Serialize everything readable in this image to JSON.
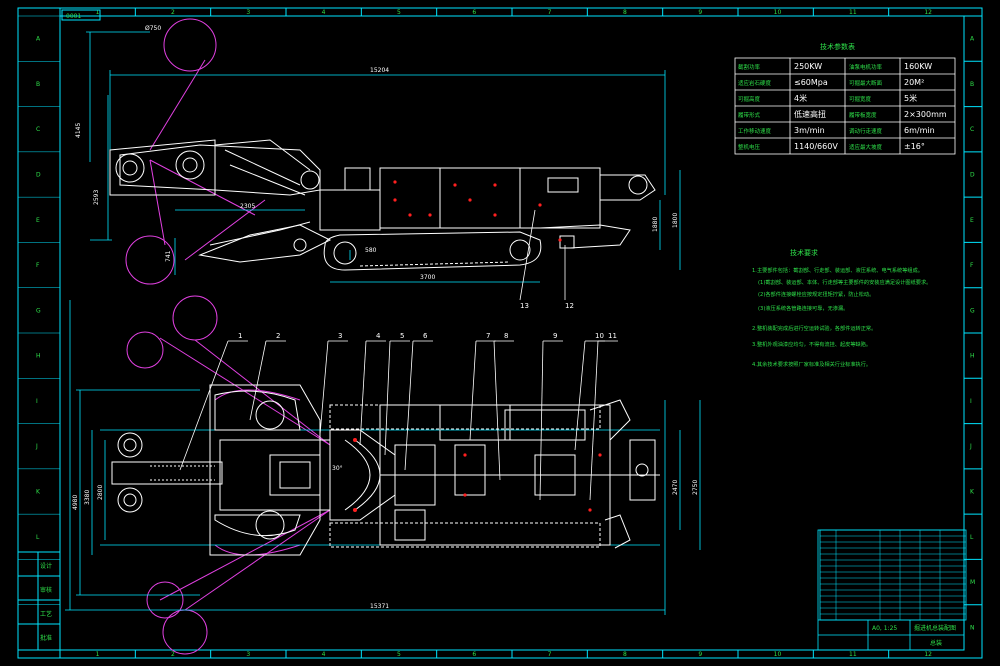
{
  "frame": {
    "cols": [
      "1",
      "2",
      "3",
      "4",
      "5",
      "6",
      "7",
      "8",
      "9",
      "10",
      "11",
      "12"
    ],
    "rows": [
      "A",
      "B",
      "C",
      "D",
      "E",
      "F",
      "G",
      "H",
      "I",
      "J",
      "K",
      "L",
      "M",
      "N"
    ],
    "corner_label": "0001"
  },
  "dimensions": {
    "side_overall_length": "15204",
    "side_height_total": "4145",
    "side_height_mid": "2593",
    "side_reach": "2305",
    "side_low": "741",
    "side_track_length": "3700",
    "side_right_h1": "1880",
    "side_right_h2": "1800",
    "side_cutter_dia": "Ø750",
    "side_offset": "580",
    "plan_overall_length": "15371",
    "plan_width_outer": "4980",
    "plan_width_inner": "3380",
    "plan_width_track": "2800",
    "plan_right_w1": "2470",
    "plan_right_w2": "2750",
    "plan_angle": "30°"
  },
  "callouts": {
    "plan": [
      "1",
      "2",
      "3",
      "4",
      "5",
      "6",
      "7",
      "8",
      "9",
      "10",
      "11"
    ],
    "side": [
      "12",
      "13"
    ]
  },
  "spec_table": {
    "title": "技术参数表",
    "rows": [
      [
        "截割功率",
        "250KW",
        "油泵电机功率",
        "160KW"
      ],
      [
        "适应岩石硬度",
        "≤60Mpa",
        "可掘最大断面",
        "20M²"
      ],
      [
        "可掘高度",
        "4米",
        "可掘宽度",
        "5米"
      ],
      [
        "履带形式",
        "低速高扭",
        "履带板宽度",
        "2×300mm"
      ],
      [
        "工作移动速度",
        "3m/min",
        "调动行走速度",
        "6m/min"
      ],
      [
        "整机电压",
        "1140/660V",
        "适应最大坡度",
        "±16°"
      ]
    ]
  },
  "tech_notes": {
    "title": "技术要求",
    "items": [
      "1.主要部件包括：截割部、行走部、装运部、液压系统、电气系统等组成。",
      "(1)截割部、装运部、本体、行走部等主要部件的安装应满足设计图纸要求。",
      "(2)各部件连接螺栓应按规定扭矩拧紧，防止松动。",
      "(3)液压系统各管路连接可靠，无渗漏。",
      "2.整机装配完成后进行空运转试验，各部件运转正常。",
      "3.整机外观油漆应均匀，不得有流挂、起皮等缺陷。",
      "4.其余技术要求按照厂家标准及相关行业标准执行。"
    ]
  },
  "title_block": {
    "drawing_title": "掘进机总装配图",
    "scale": "A0, 1:25",
    "number": "总装"
  },
  "left_strip": [
    "设计",
    "审核",
    "工艺",
    "批准"
  ],
  "colors": {
    "frame": "#00e5ff",
    "machine": "#ffffff",
    "dimension": "#00e5ff",
    "text": "#2ee04a",
    "reach": "#e040e0",
    "holes": "#ff2020"
  }
}
